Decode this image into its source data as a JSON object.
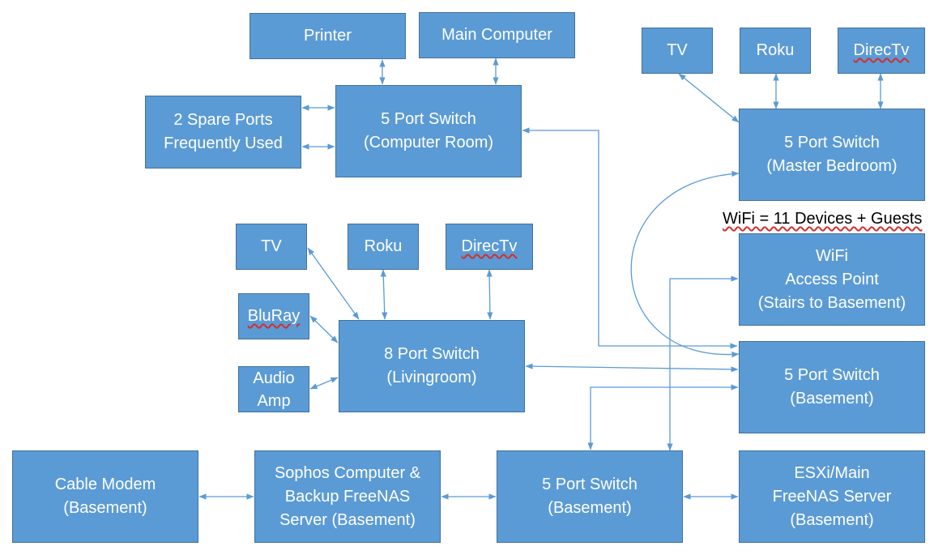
{
  "colors": {
    "box_fill": "#5b9bd5",
    "box_border": "#41719c",
    "box_text": "#ffffff",
    "connector": "#5b9bd5",
    "spellcheck_underline": "#d03030"
  },
  "nodes": {
    "printer": "Printer",
    "main_computer": "Main Computer",
    "spare_ports": "2 Spare Ports\nFrequently Used",
    "switch_computer_room": "5 Port Switch\n(Computer Room)",
    "tv_bedroom": "TV",
    "roku_bedroom": "Roku",
    "directv_bedroom": "DirecTv",
    "switch_master_bedroom": "5 Port Switch\n(Master Bedroom)",
    "tv_living": "TV",
    "roku_living": "Roku",
    "directv_living": "DirecTv",
    "bluray": "BluRay",
    "audio_amp": "Audio\nAmp",
    "switch_livingroom": "8 Port Switch\n(Livingroom)",
    "wifi_access_point": "WiFi\nAccess Point\n(Stairs to Basement)",
    "switch_basement_upper": "5 Port Switch\n(Basement)",
    "cable_modem": "Cable Modem\n(Basement)",
    "sophos_computer": "Sophos Computer &\nBackup FreeNAS\nServer (Basement)",
    "switch_basement_lower": "5 Port Switch\n(Basement)",
    "esxi_server": "ESXi/Main\nFreeNAS Server\n(Basement)"
  },
  "wifi_caption": "WiFi = 11 Devices + Guests"
}
